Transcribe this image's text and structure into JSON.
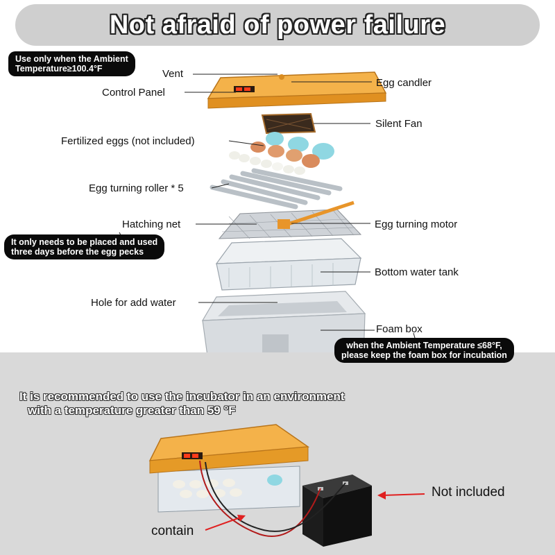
{
  "title": "Not afraid of power failure",
  "notes": {
    "ambient_high": [
      "Use only when the Ambient",
      "Temperature≥100.4°F"
    ],
    "hatching_net": [
      "It only needs to be placed and used",
      "three days before the egg pecks"
    ],
    "ambient_low": [
      "when the Ambient Temperature ≤68°F,",
      "please keep the foam box for incubation"
    ]
  },
  "parts": {
    "vent": "Vent",
    "control_panel": "Control Panel",
    "egg_candler": "Egg candler",
    "silent_fan": "Silent Fan",
    "fertilized_eggs": "Fertilized eggs (not included)",
    "egg_turning_roller": "Egg turning roller * 5",
    "hatching_net": "Hatching net",
    "egg_turning_motor": "Egg turning motor",
    "bottom_water_tank": "Bottom water tank",
    "hole_for_add_water": "Hole for add water",
    "foam_box": "Foam box"
  },
  "recommendation": [
    "It is recommended to use the incubator in an environment",
    "with a temperature greater than 59 °F"
  ],
  "battery_labels": {
    "not_included": "Not included",
    "contain": "contain"
  },
  "colors": {
    "lid_orange": "#f0a733",
    "panel_gray": "#d9d9d9",
    "title_gray": "#cfcfcf",
    "arrow_red": "#e02020"
  }
}
